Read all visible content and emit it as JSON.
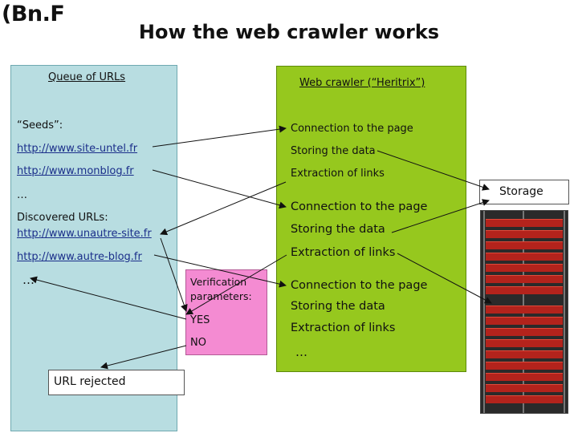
{
  "logo": "(Bn.F",
  "title": "How the web crawler works",
  "queue": {
    "heading": "Queue of URLs",
    "seeds_label": "“Seeds”:",
    "seed_urls": [
      "http://www.site-untel.fr",
      "http://www.monblog.fr"
    ],
    "ellipsis_1": "…",
    "discovered_label": "Discovered URLs:",
    "discovered_urls": [
      "http://www.unautre-site.fr",
      "http://www.autre-blog.fr"
    ],
    "ellipsis_2": "…"
  },
  "crawler": {
    "heading": "Web crawler (“Heritrix”)",
    "steps": [
      "Connection to the page",
      "Storing the data",
      "Extraction of links",
      "Connection to the page",
      "Storing the data",
      "Extraction of links",
      "Connection to the page",
      "Storing the data",
      "Extraction of links"
    ],
    "ellipsis": "…"
  },
  "verification": {
    "label": "Verification parameters:",
    "yes": "YES",
    "no": "NO"
  },
  "rejected": "URL rejected",
  "storage": "Storage"
}
